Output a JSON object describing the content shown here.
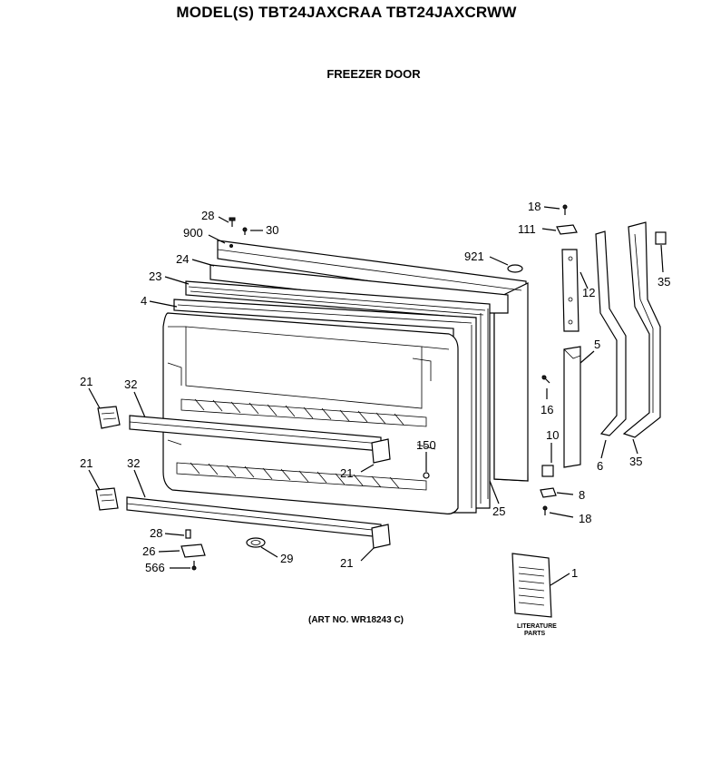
{
  "header": {
    "title": "MODEL(S) TBT24JAXCRAA  TBT24JAXCRWW",
    "subtitle": "FREEZER DOOR"
  },
  "footer": {
    "art_number": "(ART NO. WR18243 C)",
    "literature_label_1": "LITERATURE",
    "literature_label_2": "PARTS"
  },
  "labels": {
    "p28_top": "28",
    "p30": "30",
    "p900": "900",
    "p24": "24",
    "p23": "23",
    "p4": "4",
    "p921": "921",
    "p18_top": "18",
    "p111": "111",
    "p12": "12",
    "p35_top": "35",
    "p5": "5",
    "p16": "16",
    "p10": "10",
    "p6": "6",
    "p35_bottom": "35",
    "p8": "8",
    "p18_bottom": "18",
    "p25": "25",
    "p150": "150",
    "p21_mid": "21",
    "p21_left_top": "21",
    "p32_top": "32",
    "p21_left_bottom": "21",
    "p32_bottom": "32",
    "p28_bottom": "28",
    "p26": "26",
    "p566": "566",
    "p29": "29",
    "p21_bottom": "21",
    "p1": "1"
  }
}
